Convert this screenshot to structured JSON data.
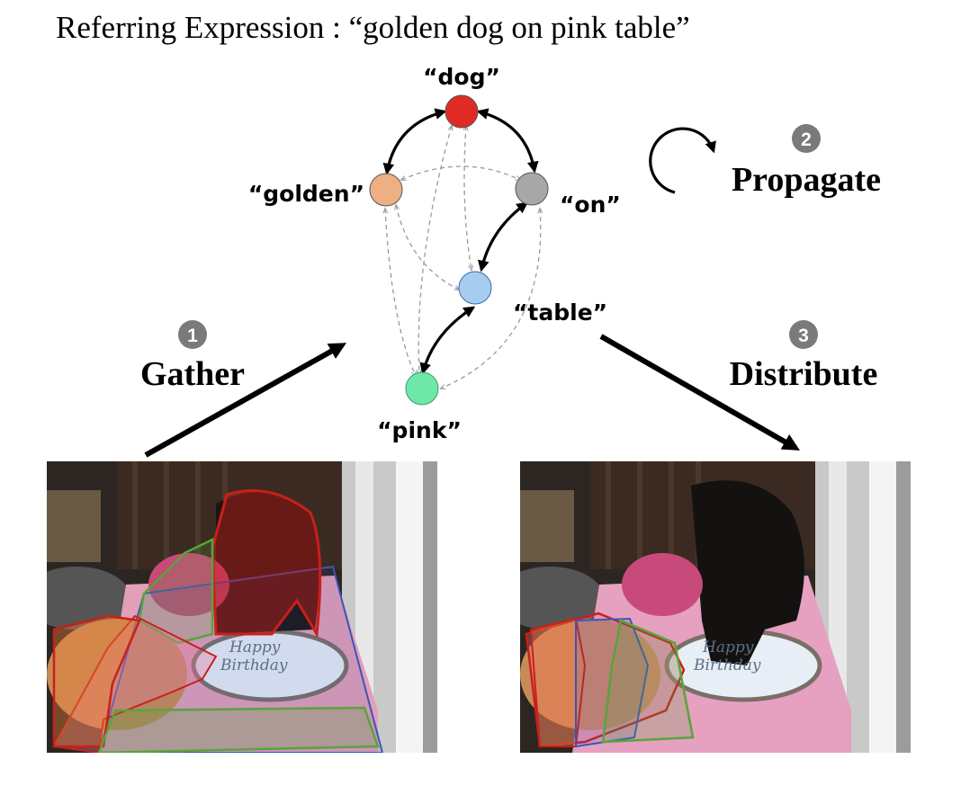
{
  "title": "Referring Expression : “golden dog on pink table”",
  "nodes": [
    {
      "label": "“dog”",
      "color": "#e02b24"
    },
    {
      "label": "“golden”",
      "color": "#eeaf83"
    },
    {
      "label": "“on”",
      "color": "#a7a7a7"
    },
    {
      "label": "“table”",
      "color": "#a6cdef"
    },
    {
      "label": "“pink”",
      "color": "#6ee8a8"
    }
  ],
  "steps": {
    "gather": {
      "number": "1",
      "label": "Gather"
    },
    "propagate": {
      "number": "2",
      "label": "Propagate"
    },
    "distribute": {
      "number": "3",
      "label": "Distribute"
    }
  },
  "cake_text": {
    "line1": "Happy",
    "line2": "Birthday"
  },
  "colors": {
    "edge_strong": "#000000",
    "edge_weak": "#9a9a9a",
    "badge": "#7a7a7a",
    "mask_red": "#c8201b",
    "mask_orange": "#e8803a",
    "mask_green": "#5aa33c",
    "mask_blue": "#3b55b8",
    "mask_pink": "#e87aa0"
  }
}
